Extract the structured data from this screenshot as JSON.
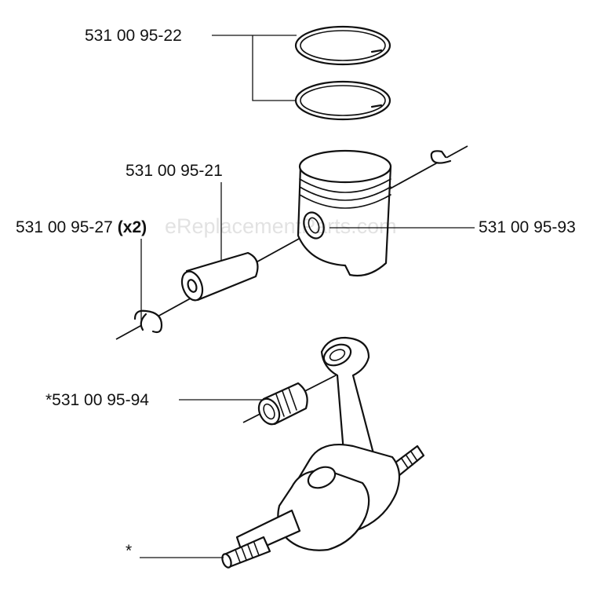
{
  "labels": {
    "piston_rings": "531 00 95-22",
    "piston_pin": "531 00 95-21",
    "circlip": "531 00 95-27",
    "circlip_qty": "(x2)",
    "piston": "531 00 95-93",
    "needle_bearing": "*531 00 95-94",
    "crankshaft": "*"
  },
  "watermark": "eReplacementParts.com"
}
